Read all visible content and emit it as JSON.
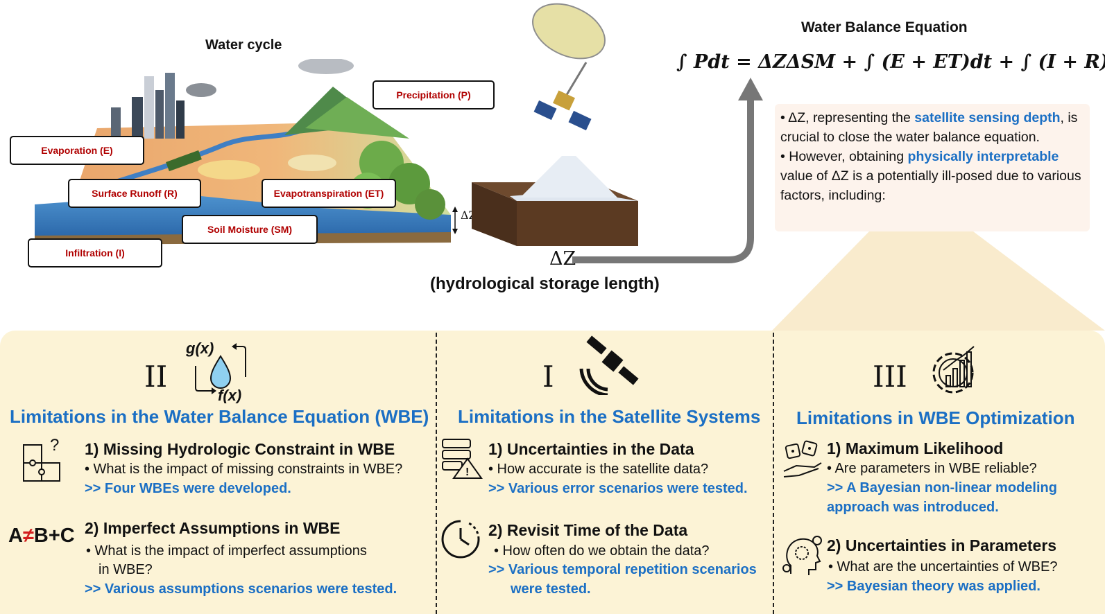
{
  "water_cycle": {
    "title": "Water cycle",
    "labels": {
      "precipitation": "Precipitation (P)",
      "evaporation": "Evaporation (E)",
      "surface_runoff": "Surface Runoff (R)",
      "evapotranspiration": "Evapotranspiration (ET)",
      "soil_moisture": "Soil Moisture (SM)",
      "infiltration": "Infiltration (I)"
    },
    "dz_small": "ΔZ"
  },
  "storage": {
    "dz": "ΔZ",
    "label": "(hydrological storage length)"
  },
  "wbe": {
    "title": "Water Balance Equation",
    "equation": "∫ Pdt = ΔZΔSM + ∫ (E + ET)dt + ∫ (I + R)dt"
  },
  "info": {
    "b1_pre": "• ΔZ, representing the ",
    "b1_hl": "satellite sensing depth",
    "b1_post": ", is crucial to close the water balance equation.",
    "b2_pre": "• However, obtaining ",
    "b2_hl": "physically interpretable",
    "b2_post": " value of ΔZ is a potentially ill-posed due to various factors, including:"
  },
  "sections": {
    "wbe_limits": {
      "roman": "II",
      "icon_g": "g(x)",
      "icon_f": "f(x)",
      "title": "Limitations in the Water Balance Equation (WBE)",
      "item1_h": "1) Missing Hydrologic Constraint in WBE",
      "item1_q": "• What is the impact of missing constraints in WBE?",
      "item1_a": ">> Four WBEs were developed.",
      "anb_a": "A",
      "anb_ne": "≠",
      "anb_bc": "B+C",
      "item2_h": "2) Imperfect Assumptions in WBE",
      "item2_q1": "• What is the impact of imperfect assumptions",
      "item2_q2": "in WBE?",
      "item2_a": ">> Various assumptions scenarios were tested."
    },
    "satellite": {
      "roman": "I",
      "title": "Limitations in the Satellite Systems",
      "item1_h": "1) Uncertainties in the Data",
      "item1_q": "• How accurate is the satellite data?",
      "item1_a": ">> Various error scenarios were tested.",
      "item2_h": "2) Revisit Time of the Data",
      "item2_q": "• How often do we obtain the data?",
      "item2_a1": ">> Various temporal repetition scenarios",
      "item2_a2": "were tested."
    },
    "optimization": {
      "roman": "III",
      "title": "Limitations in WBE Optimization",
      "item1_h": "1) Maximum Likelihood",
      "item1_q": "• Are parameters in WBE reliable?",
      "item1_a1": ">> A Bayesian non-linear modeling",
      "item1_a2": "approach was introduced.",
      "item2_h": "2) Uncertainties in Parameters",
      "item2_q": "• What are the uncertainties of WBE?",
      "item2_a": ">> Bayesian theory was applied."
    }
  },
  "colors": {
    "accent_blue": "#1b6fc4",
    "label_red": "#b00000",
    "panel": "#fcf3d6",
    "info_bg": "#fdf3ec"
  }
}
